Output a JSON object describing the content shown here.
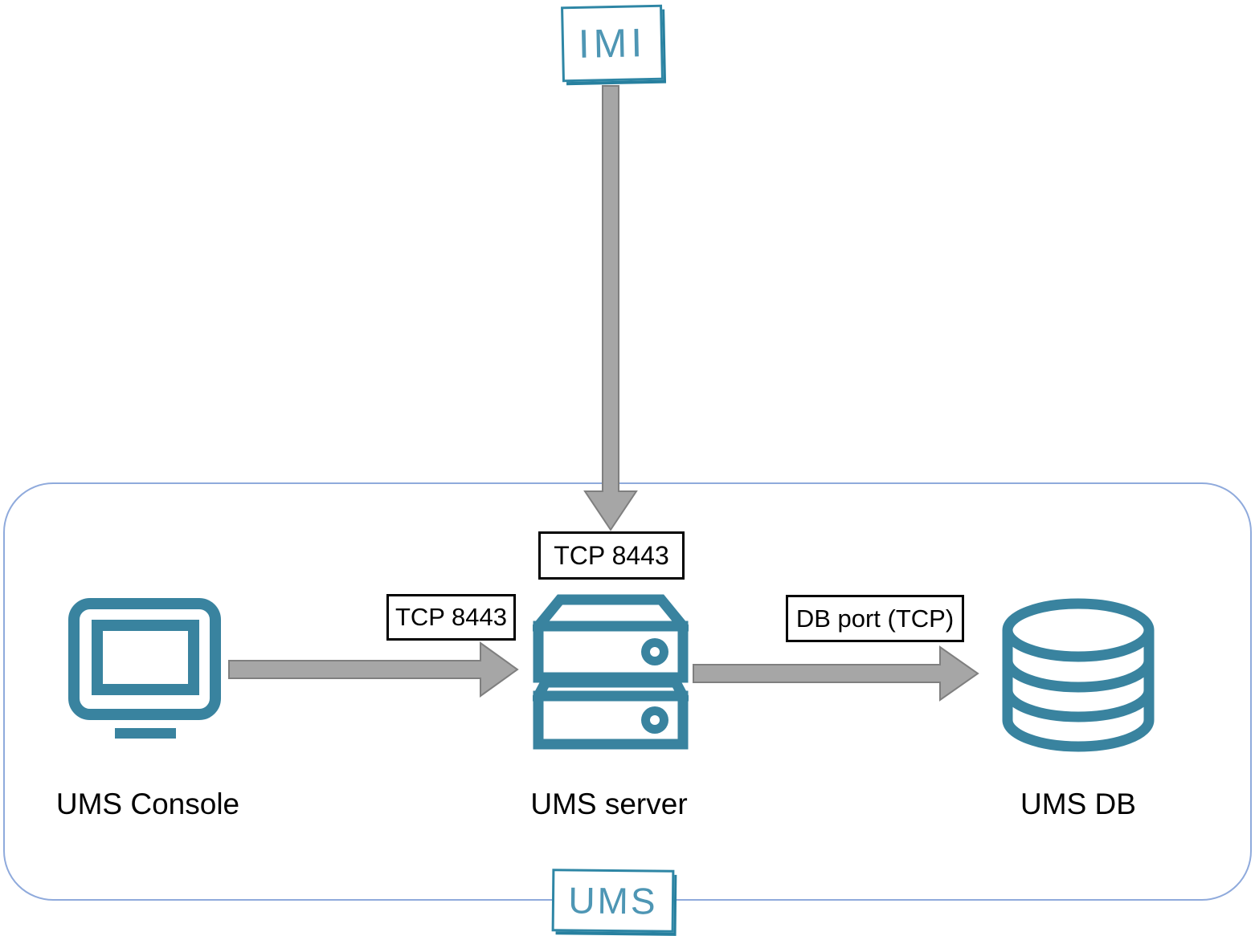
{
  "diagram": {
    "external_node": {
      "label": "IMI"
    },
    "boundary": {
      "label": "UMS"
    },
    "nodes": [
      {
        "id": "ums-console",
        "label": "UMS Console",
        "icon": "monitor-icon"
      },
      {
        "id": "ums-server",
        "label": "UMS server",
        "icon": "server-icon"
      },
      {
        "id": "ums-db",
        "label": "UMS DB",
        "icon": "database-icon"
      }
    ],
    "connections": [
      {
        "from": "IMI",
        "to": "UMS server",
        "label": "TCP 8443",
        "direction": "down"
      },
      {
        "from": "UMS Console",
        "to": "UMS server",
        "label": "TCP 8443",
        "direction": "right"
      },
      {
        "from": "UMS server",
        "to": "UMS DB",
        "label": "DB port (TCP)",
        "direction": "right"
      }
    ],
    "colors": {
      "icon_teal": "#39839F",
      "sketch_border_teal": "#2E86A5",
      "sketch_text_teal": "#4E96B4",
      "boundary_border": "#8FAADC",
      "arrow_fill": "#A6A6A6",
      "arrow_stroke": "#7F7F7F",
      "port_box_border": "#000000",
      "caption_text": "#000000"
    }
  }
}
